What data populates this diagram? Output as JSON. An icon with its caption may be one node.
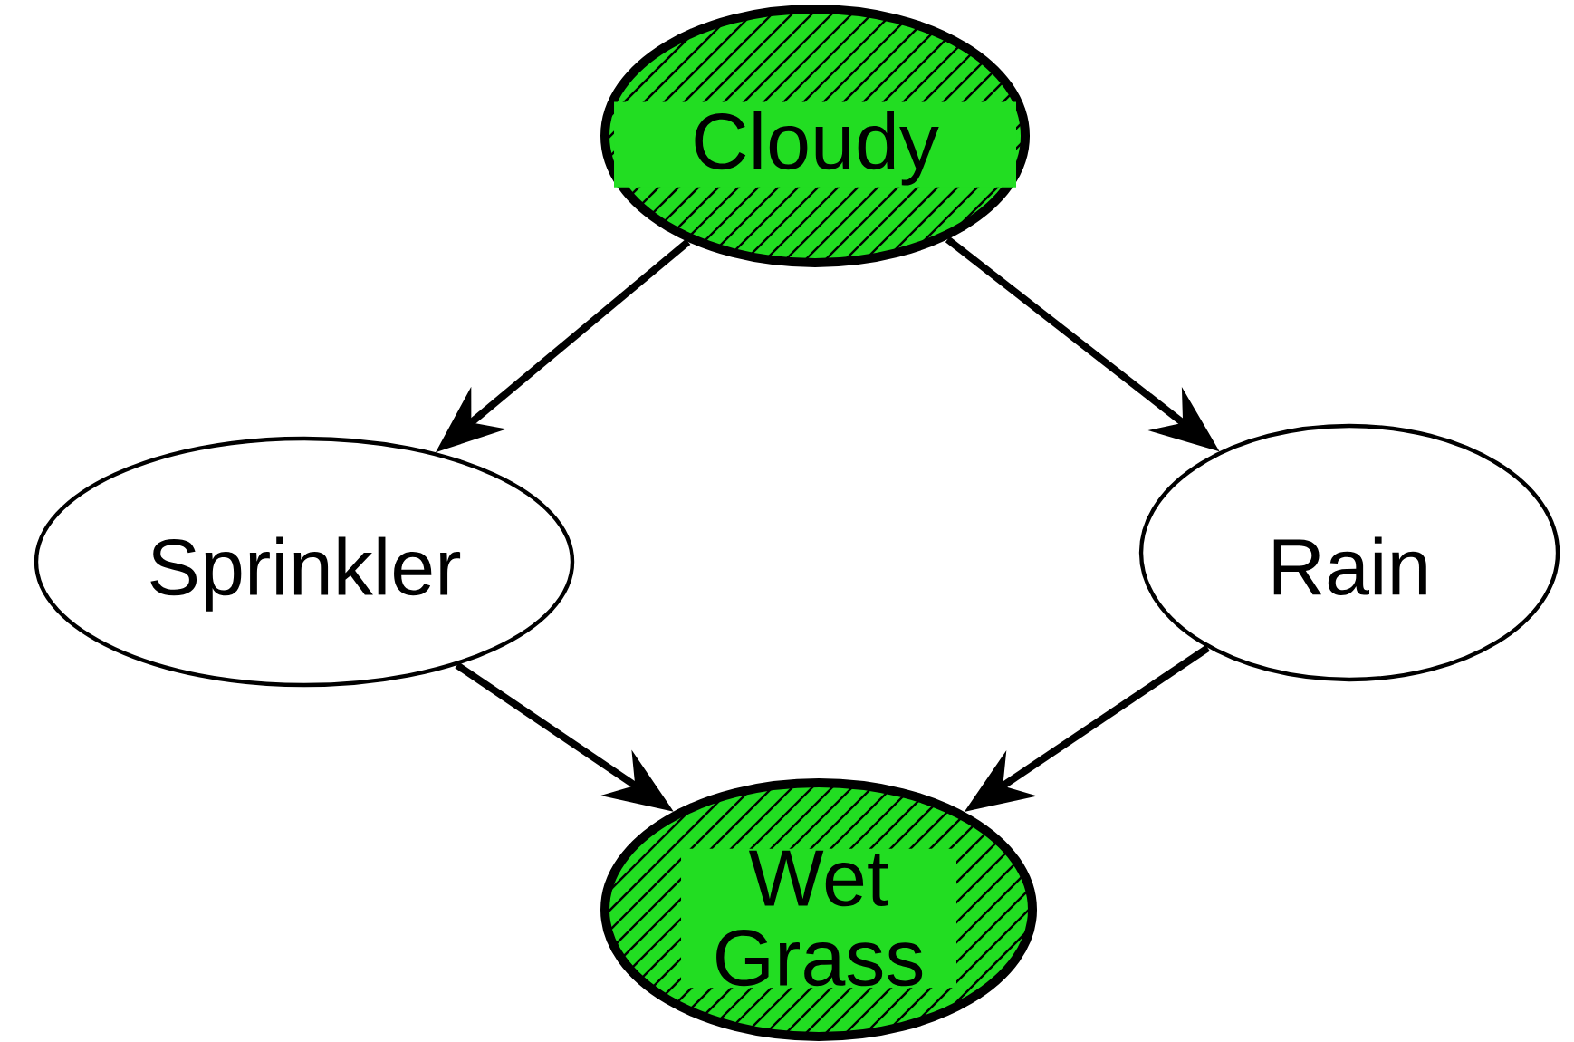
{
  "diagram": {
    "nodes": [
      {
        "text": [
          "Cloudy"
        ]
      },
      {
        "text": [
          "Sprinkler"
        ]
      },
      {
        "text": [
          "Rain"
        ]
      },
      {
        "text": [
          "Wet Grass"
        ]
      }
    ],
    "edges": [
      {
        "from": 0,
        "to": 1,
        "arrow": "to"
      },
      {
        "from": 0,
        "to": 2,
        "arrow": "to"
      },
      {
        "from": 1,
        "to": 3,
        "arrow": "to"
      },
      {
        "from": 2,
        "to": 3,
        "arrow": "to"
      }
    ]
  }
}
